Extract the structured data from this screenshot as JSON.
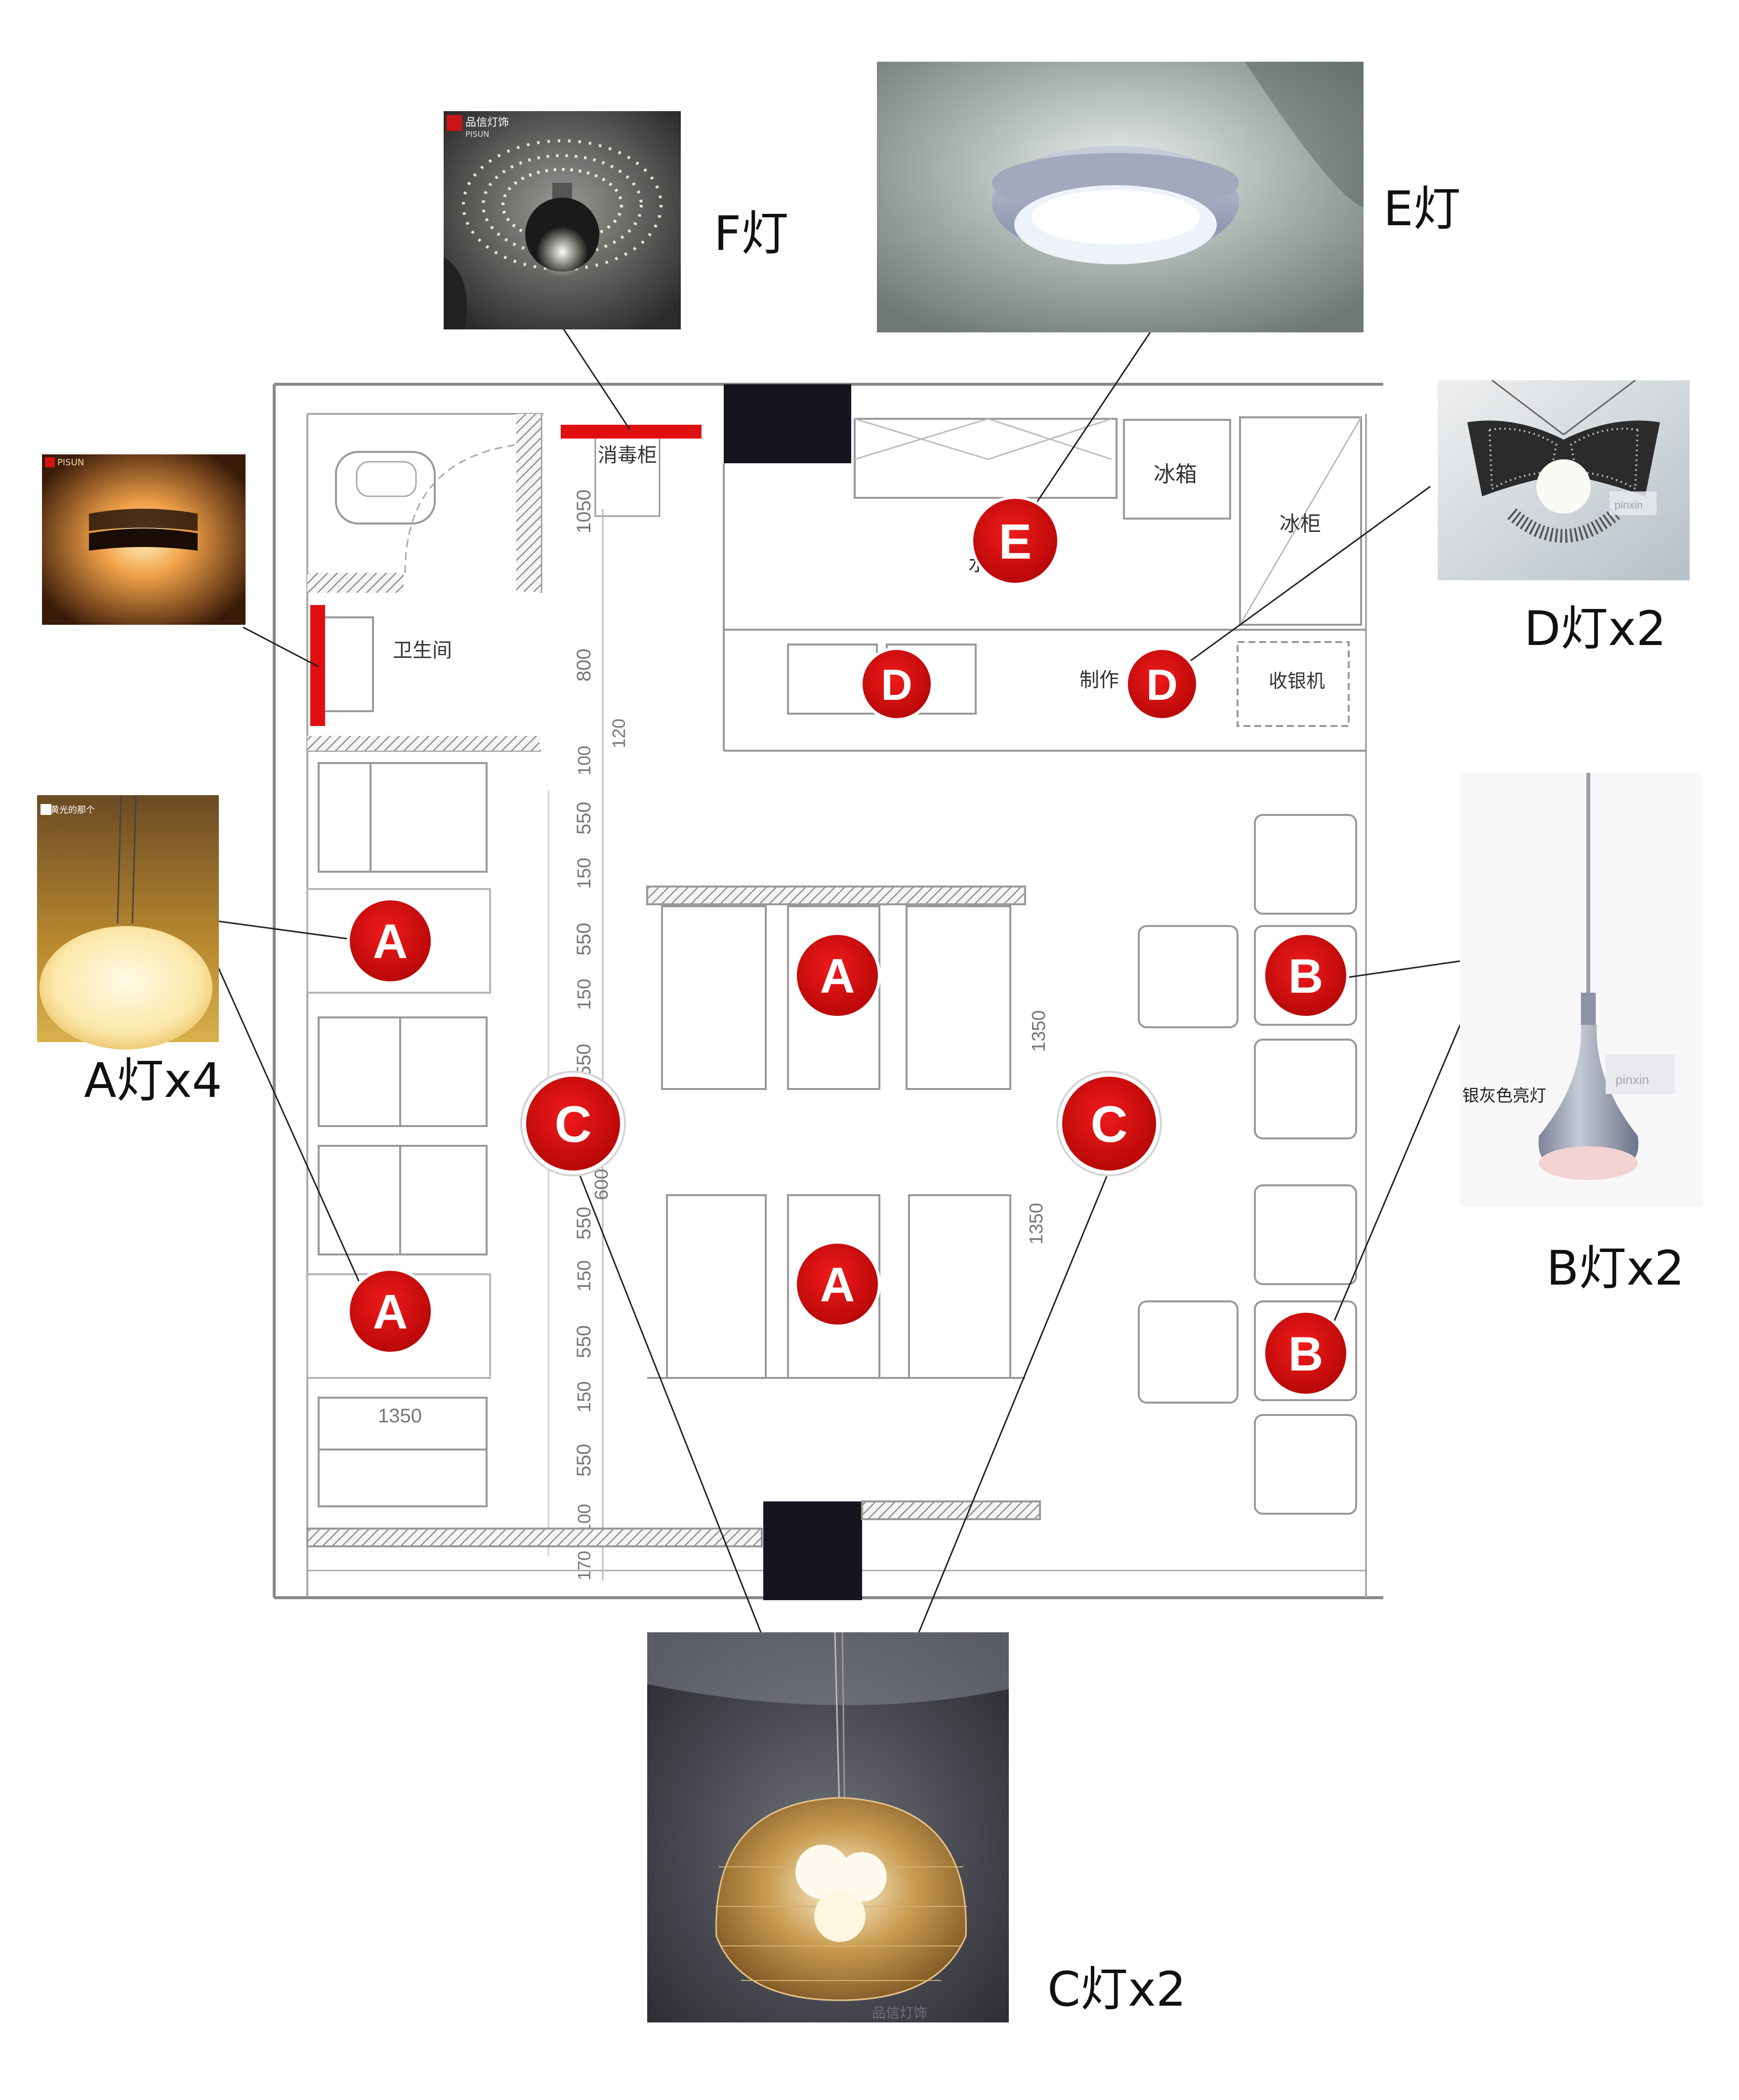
{
  "captions": {
    "F": "F灯",
    "E": "E灯",
    "D": "D灯x2",
    "A": "A灯x4",
    "B": "B灯x2",
    "C": "C灯x2"
  },
  "markers": {
    "A": "A",
    "B": "B",
    "C": "C",
    "D": "D",
    "E": "E"
  },
  "plan_labels": {
    "sterilizer": "消毒柜",
    "restroom": "卫生间",
    "fridge": "冰箱",
    "freezer": "冰柜",
    "prep": "制作",
    "cashier": "收银机",
    "prep_partial": "水"
  },
  "dimensions": {
    "d1050": "1050",
    "d800": "800",
    "d120": "120",
    "d100a": "100",
    "d550a": "550",
    "d150a": "150",
    "d550b": "550",
    "d150b": "150",
    "d550c": "550",
    "d600": "600",
    "d550d": "550",
    "d150c": "150",
    "d550e": "550",
    "d150d": "150",
    "d550f": "550",
    "d100b": "100",
    "d170": "170",
    "d1350a": "1350",
    "d1350b": "1350",
    "d1350c": "1350"
  },
  "photo_texts": {
    "f_brand": "品信灯饰",
    "f_brand_sub": "PISUN",
    "wall_brand": "PISUN",
    "a_note": "A 黄光的那个",
    "b_note": "银灰色亮灯",
    "watermark": "pinxin",
    "c_watermark": "品信灯饰"
  },
  "colors": {
    "marker_red": "#d90c0c",
    "callout_red": "#e01010",
    "column_black": "#151520",
    "hatch": "#9a9a9a"
  }
}
